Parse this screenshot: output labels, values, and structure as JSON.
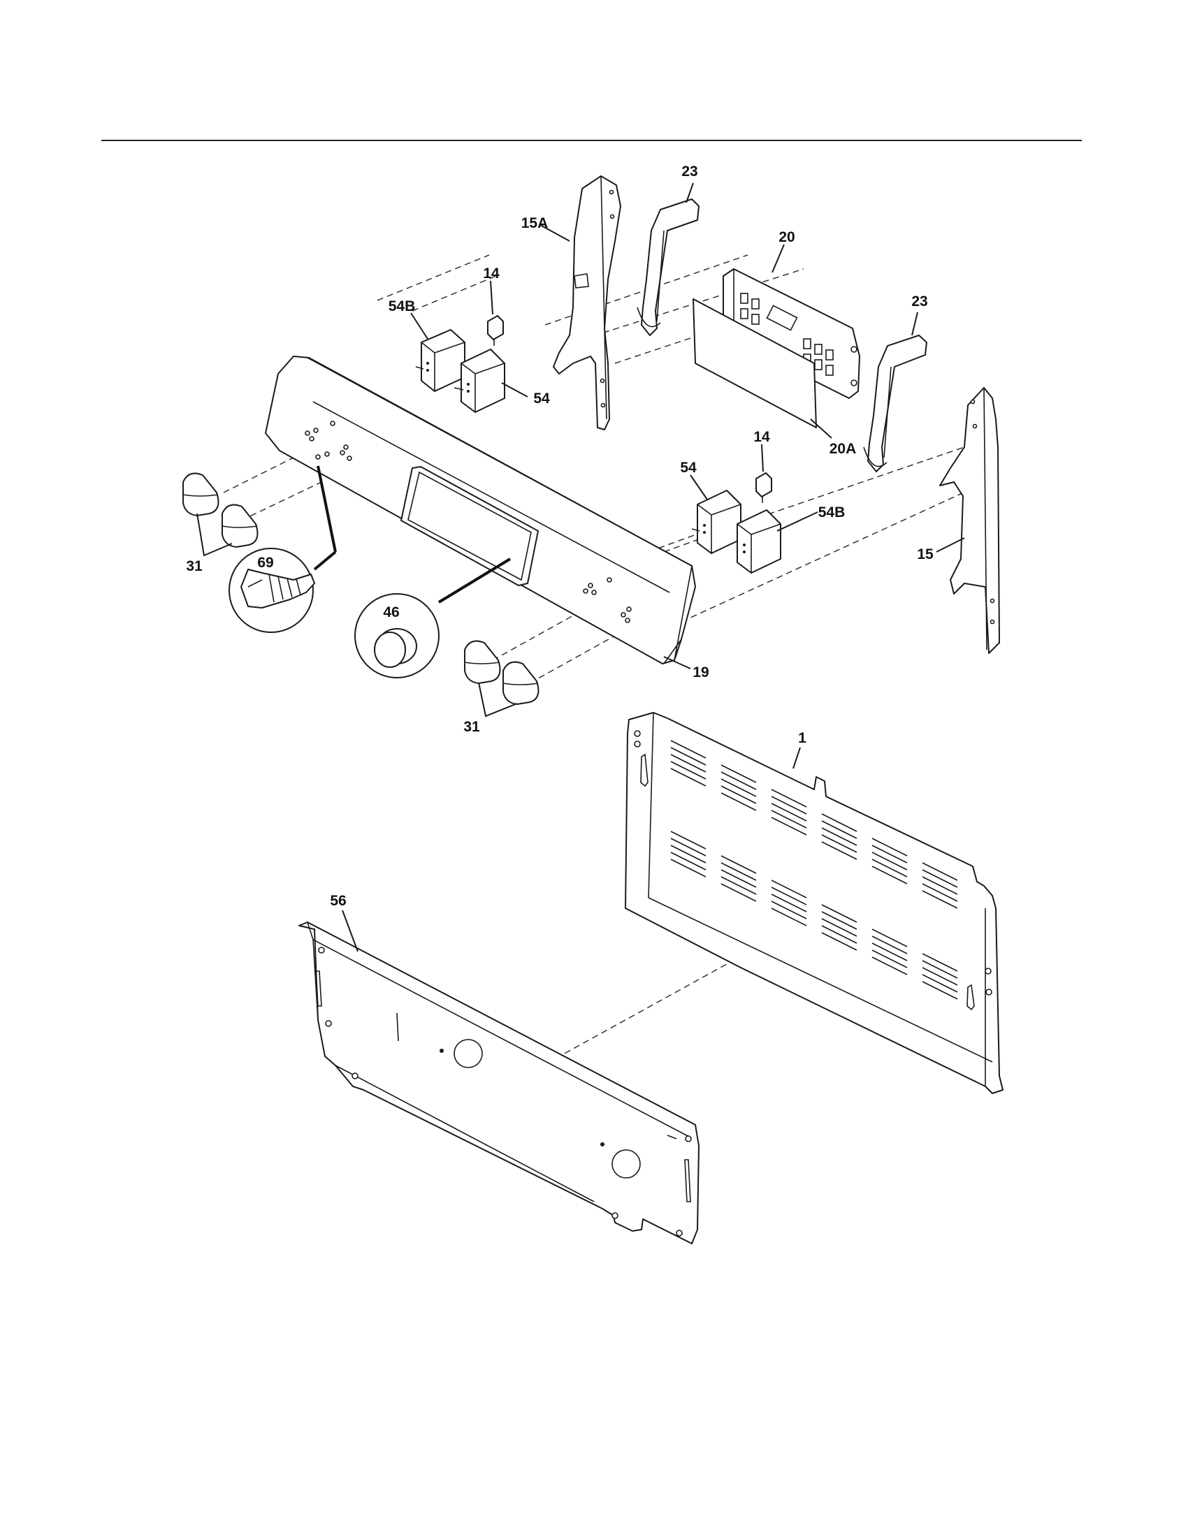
{
  "diagram": {
    "callouts": {
      "c1": "1",
      "c14a": "14",
      "c14b": "14",
      "c15": "15",
      "c15a": "15A",
      "c19": "19",
      "c20": "20",
      "c20a": "20A",
      "c23a": "23",
      "c23b": "23",
      "c31a": "31",
      "c31b": "31",
      "c46": "46",
      "c54a": "54",
      "c54b": "54",
      "c54ba": "54B",
      "c54bb": "54B",
      "c56": "56",
      "c69": "69"
    }
  },
  "colors": {
    "line": "#1a1a1a",
    "background": "#ffffff"
  }
}
